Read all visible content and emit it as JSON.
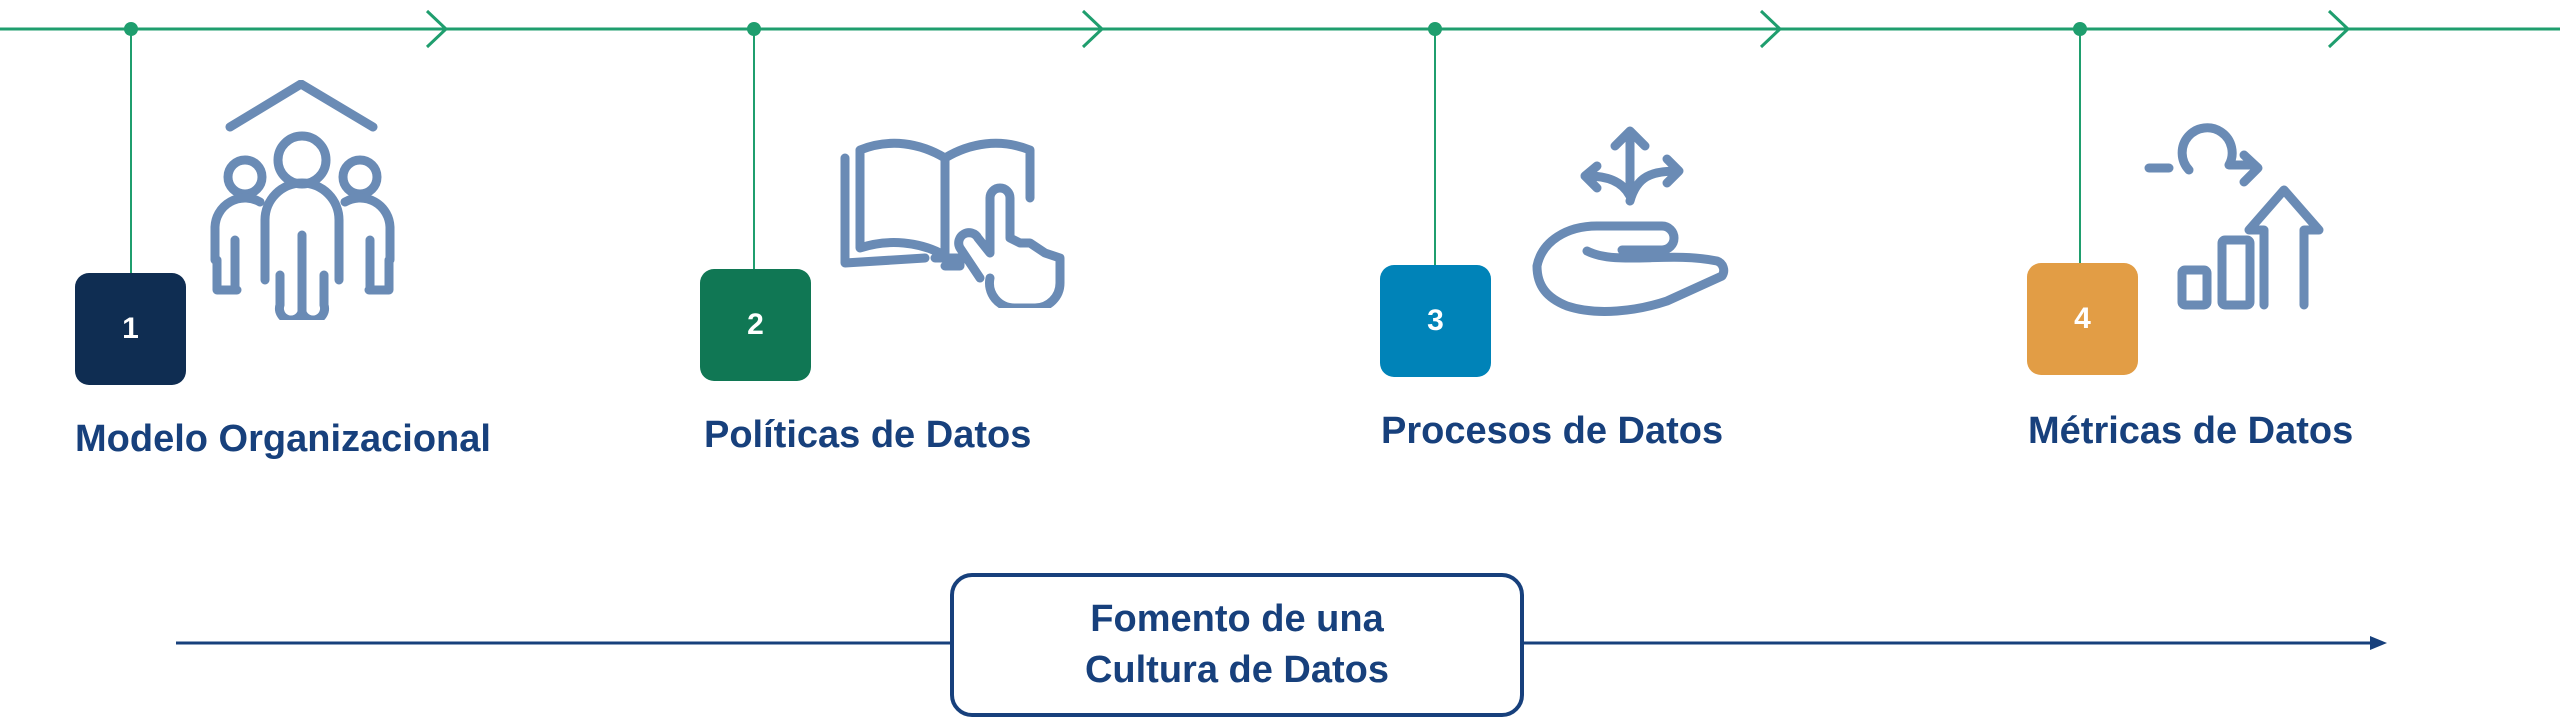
{
  "steps": [
    {
      "number": "1",
      "label": "Modelo Organizacional",
      "icon": "people-group-icon",
      "color": "#0f2d52"
    },
    {
      "number": "2",
      "label": "Políticas de Datos",
      "icon": "book-hand-icon",
      "color": "#107754"
    },
    {
      "number": "3",
      "label": "Procesos de Datos",
      "icon": "hand-arrows-icon",
      "color": "#0083b8"
    },
    {
      "number": "4",
      "label": "Métricas de Datos",
      "icon": "chart-growth-icon",
      "color": "#e29d45"
    }
  ],
  "culture": {
    "line1": "Fomento de una",
    "line2": "Cultura de Datos"
  },
  "colors": {
    "timeline": "#1f9e6e",
    "icon": "#6a8bb5",
    "text": "#17407c"
  }
}
